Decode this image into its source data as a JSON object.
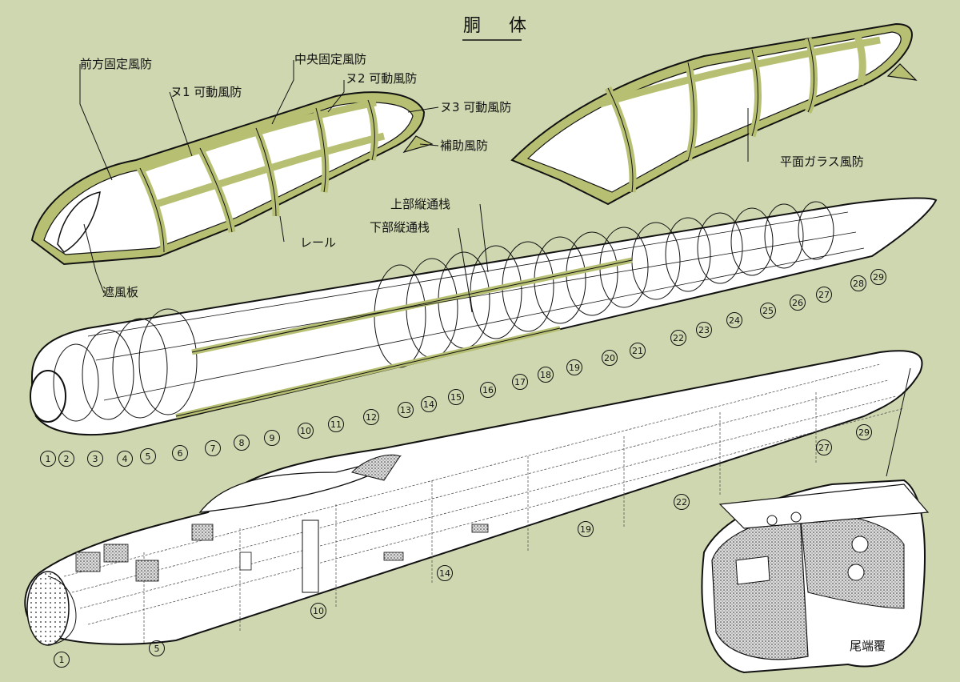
{
  "title": "胴 体",
  "labels": {
    "front_windshield": "前方固定風防",
    "movable_1": "ヌ1 可動風防",
    "center_windshield": "中央固定風防",
    "movable_2": "ヌ2 可動風防",
    "movable_3": "ヌ3 可動風防",
    "aux_windshield": "補助風防",
    "rail": "レール",
    "shield_plate": "遮風板",
    "flat_glass": "平面ガラス風防",
    "upper_stringer": "上部縦通栈",
    "lower_stringer": "下部縦通栈",
    "tail_cover": "尾端覆"
  },
  "frames_top": [
    "1",
    "2",
    "3",
    "4",
    "5",
    "6",
    "7",
    "8",
    "9",
    "10",
    "11",
    "12",
    "13",
    "14",
    "15",
    "16",
    "17",
    "18",
    "19",
    "20",
    "21",
    "22",
    "23",
    "24",
    "25",
    "26",
    "27",
    "28",
    "29"
  ],
  "frames_skin": [
    "29",
    "27",
    "22",
    "19",
    "14",
    "10",
    "5",
    "1"
  ],
  "colors": {
    "background": "#cfd7b0",
    "frame_green": "#b7bf72",
    "ink": "#111111",
    "skin": "#ffffff"
  }
}
